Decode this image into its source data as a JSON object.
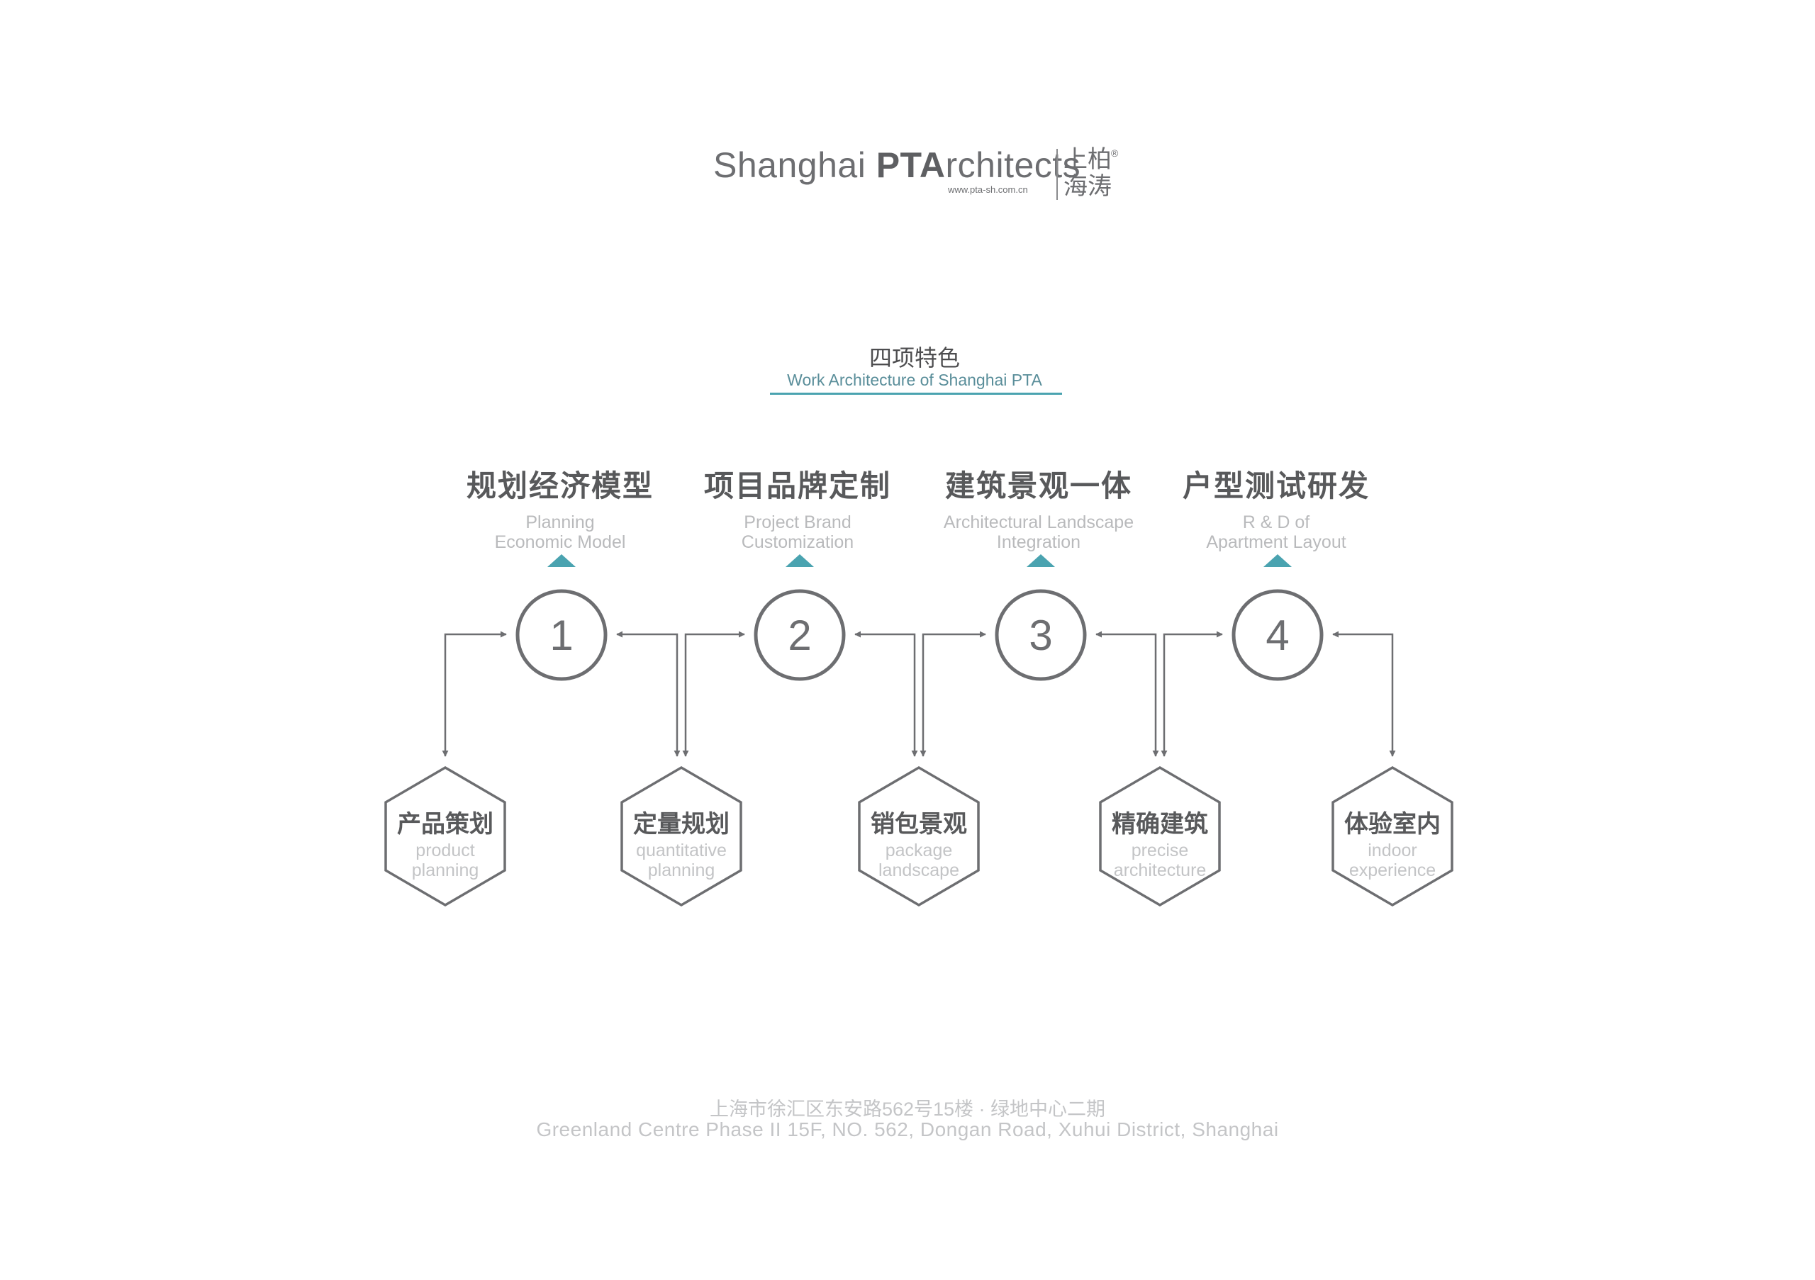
{
  "logo": {
    "name_light": "Shanghai ",
    "name_bold": "PTA",
    "name_rest": "rchitects",
    "url": "www.pta-sh.com.cn",
    "cn_line1": "上柏",
    "cn_line2": "海涛",
    "reg": "®"
  },
  "section": {
    "title_cn": "四项特色",
    "title_en": "Work Architecture of Shanghai PTA"
  },
  "features": [
    {
      "number": "1",
      "title_cn": "规划经济模型",
      "en_line1": "Planning",
      "en_line2": "Economic Model"
    },
    {
      "number": "2",
      "title_cn": "项目品牌定制",
      "en_line1": "Project Brand",
      "en_line2": "Customization"
    },
    {
      "number": "3",
      "title_cn": "建筑景观一体",
      "en_line1": "Architectural Landscape",
      "en_line2": "Integration"
    },
    {
      "number": "4",
      "title_cn": "户型测试研发",
      "en_line1": "R & D of",
      "en_line2": "Apartment Layout"
    }
  ],
  "hexagons": [
    {
      "title_cn": "产品策划",
      "en_line1": "product",
      "en_line2": "planning"
    },
    {
      "title_cn": "定量规划",
      "en_line1": "quantitative",
      "en_line2": "planning"
    },
    {
      "title_cn": "销包景观",
      "en_line1": "package",
      "en_line2": "landscape"
    },
    {
      "title_cn": "精确建筑",
      "en_line1": "precise",
      "en_line2": "architecture"
    },
    {
      "title_cn": "体验室内",
      "en_line1": "indoor",
      "en_line2": "experience"
    }
  ],
  "address": {
    "cn": "上海市徐汇区东安路562号15楼 · 绿地中心二期",
    "en": "Greenland Centre Phase II  15F, NO. 562, Dongan Road, Xuhui District, Shanghai"
  },
  "colors": {
    "accent": "#4aa3b0",
    "gray": "#6d6e71",
    "light_gray": "#c4c5c7"
  }
}
